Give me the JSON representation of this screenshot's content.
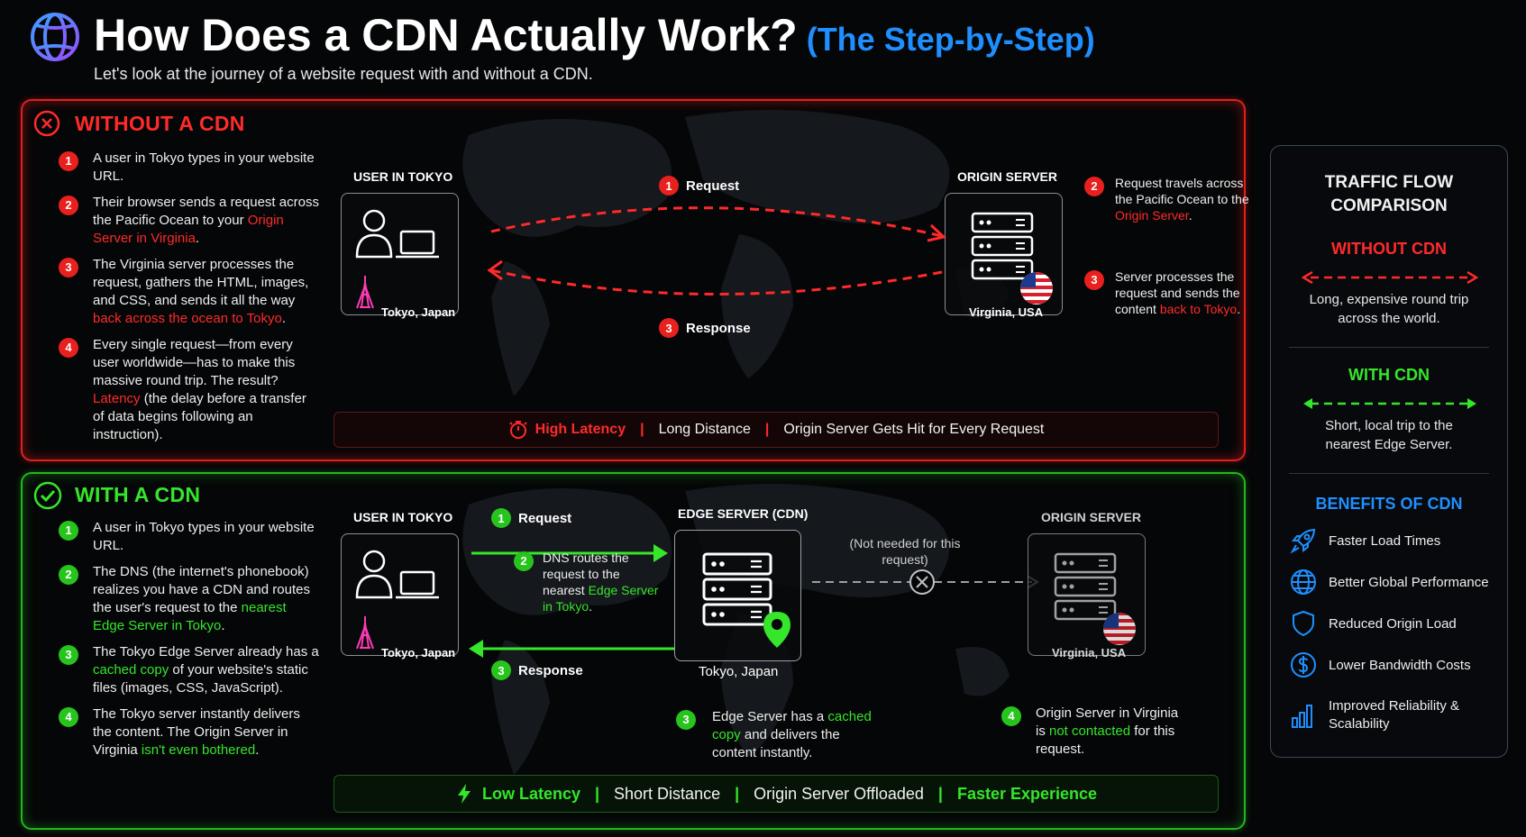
{
  "header": {
    "title": "How Does a CDN Actually Work?",
    "title_suffix": "(The Step-by-Step)",
    "subtitle": "Let's look at the journey of a website request with and without a CDN."
  },
  "without": {
    "title": "WITHOUT A CDN",
    "steps": [
      {
        "num": "1",
        "parts": [
          "A user in Tokyo types in your website URL."
        ]
      },
      {
        "num": "2",
        "text": "Their browser sends a request across the Pacific Ocean to your ",
        "hl": "Origin Server in Virginia",
        "after": "."
      },
      {
        "num": "3",
        "text": "The Virginia server processes the request, gathers the HTML, images, and CSS, and sends it all the way ",
        "hl": "back across the ocean to Tokyo",
        "after": "."
      },
      {
        "num": "4",
        "text": "Every single request—from every user worldwide—has to make this massive round trip. The result? ",
        "hl": "Latency",
        "after": " (the delay before a transfer of data begins following an instruction)."
      }
    ],
    "user_label": "USER IN TOKYO",
    "user_caption": "Tokyo, Japan",
    "origin_label": "ORIGIN SERVER",
    "origin_caption": "Virginia, USA",
    "request_num": "1",
    "request_label": "Request",
    "response_num": "3",
    "response_label": "Response",
    "note2_num": "2",
    "note2_text": "Request travels across the Pacific Ocean to the ",
    "note2_hl": "Origin Server",
    "note2_after": ".",
    "note3_num": "3",
    "note3_text": "Server processes the request and sends the content ",
    "note3_hl": "back to Tokyo",
    "note3_after": ".",
    "bar": {
      "a": "High Latency",
      "sep": "|",
      "b": "Long Distance",
      "c": "Origin Server Gets Hit for Every Request"
    }
  },
  "with": {
    "title": "WITH A CDN",
    "steps": [
      {
        "num": "1",
        "text": "A user in Tokyo types in your website URL.",
        "hl": "",
        "after": ""
      },
      {
        "num": "2",
        "text": "The DNS (the internet's phonebook) realizes you have a CDN and routes the user's request to the ",
        "hl": "nearest Edge Server in Tokyo",
        "after": "."
      },
      {
        "num": "3",
        "text": "The Tokyo Edge Server already has a ",
        "hl": "cached copy",
        "after": " of your website's static files (images, CSS, JavaScript)."
      },
      {
        "num": "4",
        "text": "The Tokyo server instantly delivers the content. The Origin Server in Virginia ",
        "hl": "isn't even bothered",
        "after": "."
      }
    ],
    "user_label": "USER IN TOKYO",
    "user_caption": "Tokyo, Japan",
    "edge_label": "EDGE SERVER (CDN)",
    "edge_caption": "Tokyo, Japan",
    "origin_label": "ORIGIN SERVER",
    "origin_caption": "Virginia, USA",
    "request_num": "1",
    "request_label": "Request",
    "response_num": "3",
    "response_label": "Response",
    "dns_num": "2",
    "dns_text": "DNS routes the request to the nearest ",
    "dns_hl": "Edge Server in Tokyo",
    "dns_after": ".",
    "not_needed": "(Not needed for this request)",
    "edge_note_num": "3",
    "edge_note_text": "Edge Server has a ",
    "edge_note_hl": "cached copy",
    "edge_note_after": " and delivers the content instantly.",
    "origin_note_num": "4",
    "origin_note_text": "Origin Server in Virginia is ",
    "origin_note_hl": "not contacted",
    "origin_note_after": " for this request.",
    "bar": {
      "a": "Low Latency",
      "sep": "|",
      "b": "Short Distance",
      "c": "Origin Server Offloaded",
      "d": "Faster Experience"
    }
  },
  "side": {
    "title": "TRAFFIC FLOW COMPARISON",
    "without_title": "WITHOUT CDN",
    "without_text": "Long, expensive round trip across the world.",
    "with_title": "WITH CDN",
    "with_text": "Short, local trip to the nearest Edge Server.",
    "benefits_title": "BENEFITS OF CDN",
    "benefits": [
      {
        "icon": "rocket-icon",
        "label": "Faster Load Times"
      },
      {
        "icon": "globe-icon",
        "label": "Better Global Performance"
      },
      {
        "icon": "shield-icon",
        "label": "Reduced Origin Load"
      },
      {
        "icon": "dollar-icon",
        "label": "Lower Bandwidth Costs"
      },
      {
        "icon": "bar-chart-icon",
        "label": "Improved Reliability & Scalability"
      }
    ]
  },
  "colors": {
    "red": "#ff2a2a",
    "green": "#35e62b",
    "blue": "#1e90ff",
    "background": "#050607"
  }
}
